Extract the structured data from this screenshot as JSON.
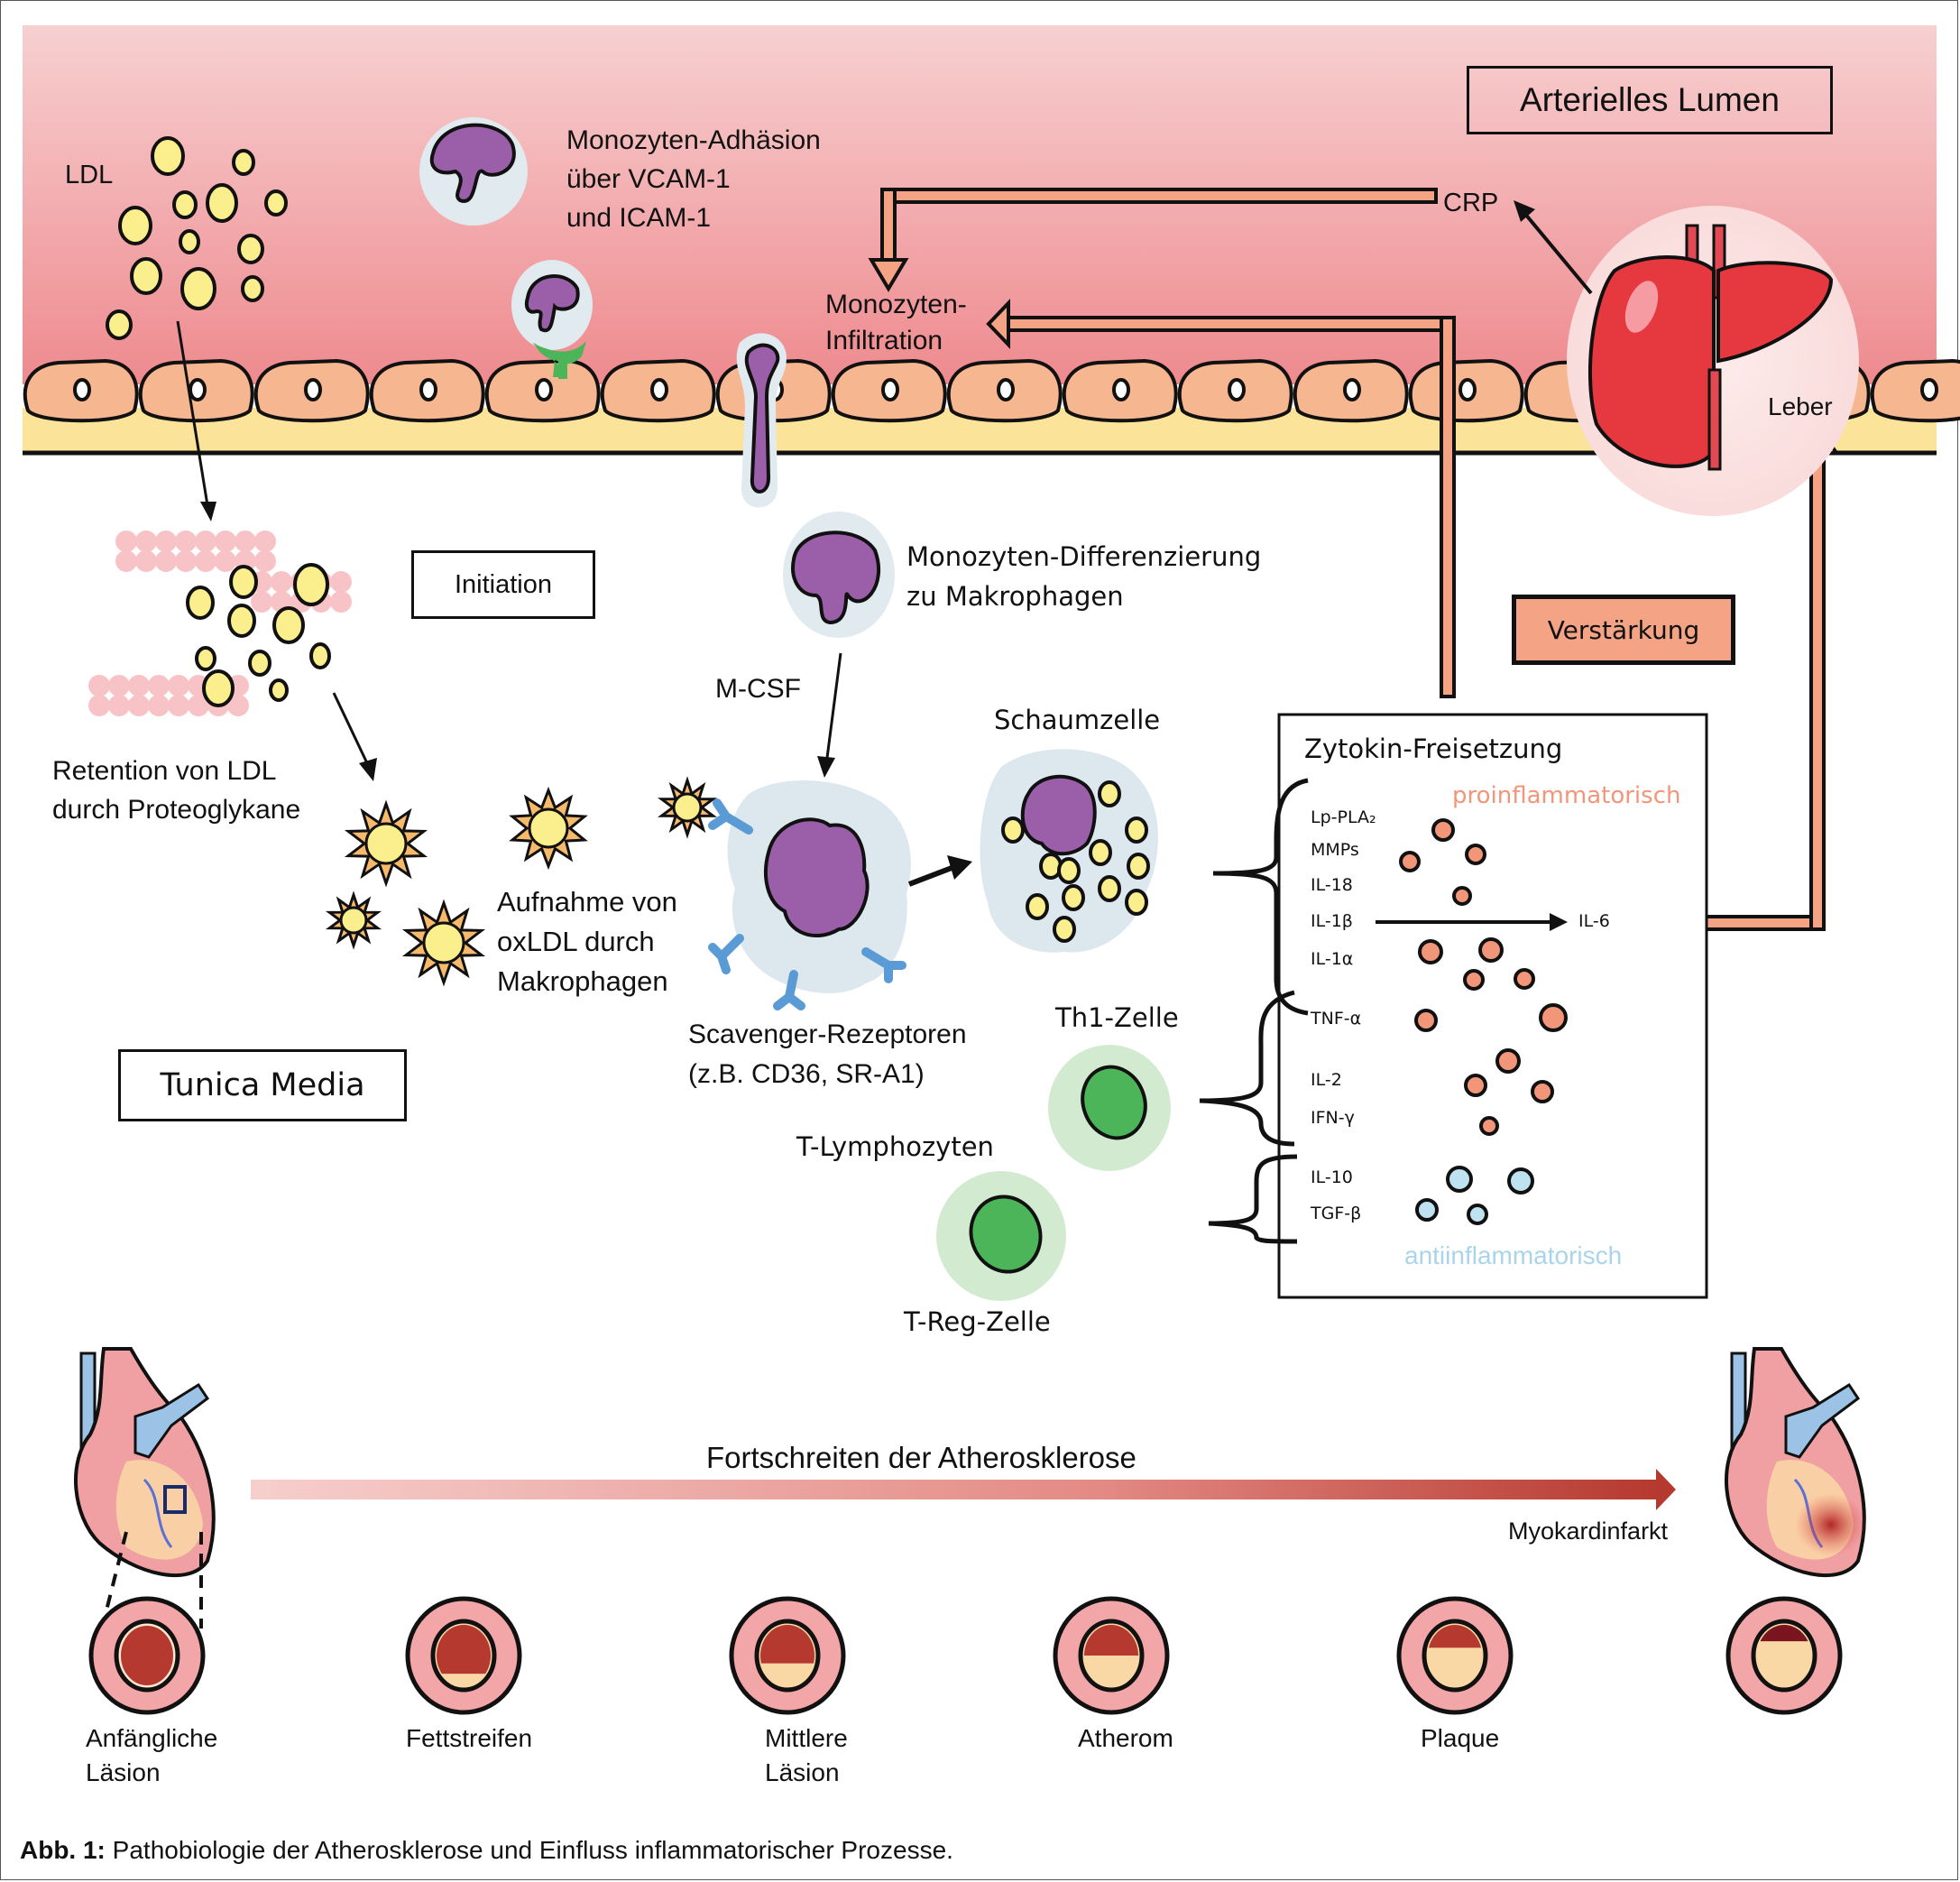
{
  "lumen": {
    "title": "Arterielles Lumen",
    "ldl_label": "LDL",
    "adhesion_label": [
      "Monozyten-Adhäsion",
      "über VCAM-1",
      "und ICAM-1"
    ],
    "infiltration_label": [
      "Monozyten-",
      "Infiltration"
    ],
    "crp_label": "CRP",
    "liver_label": "Leber"
  },
  "intima": {
    "initiation_box": "Initiation",
    "retention_label": [
      "Retention von LDL",
      "durch Proteoglykane"
    ],
    "differentiation_label": [
      "Monozyten-Differenzierung",
      "zu Makrophagen"
    ],
    "mcsf_label": "M-CSF",
    "uptake_label": [
      "Aufnahme von",
      "oxLDL durch",
      "Makrophagen"
    ],
    "scavenger_label": [
      "Scavenger-Rezeptoren",
      "(z.B. CD36, SR-A1)"
    ],
    "foam_cell_label": "Schaumzelle",
    "th1_label": "Th1-Zelle",
    "t_lymph_label": "T-Lymphozyten",
    "treg_label": "T-Reg-Zelle",
    "media_box": "Tunica Media",
    "amplification_box": "Verstärkung"
  },
  "cytokines": {
    "title": "Zytokin-Freisetzung",
    "pro_label": "proinflammatorisch",
    "anti_label": "antiinflammatorisch",
    "pro_color": "#f2967a",
    "anti_color": "#a9d4ea",
    "items": [
      "Lp-PLA₂",
      "MMPs",
      "IL-18",
      "IL-1β",
      "IL-1α",
      "TNF-α",
      "IL-2",
      "IFN-γ",
      "IL-10",
      "TGF-β"
    ],
    "il6_label": "IL-6"
  },
  "progression": {
    "title": "Fortschreiten der Atherosklerose",
    "end_label": "Myokardinfarkt",
    "stages": [
      {
        "label": [
          "Anfängliche",
          "Läsion"
        ]
      },
      {
        "label": [
          "Fettstreifen"
        ]
      },
      {
        "label": [
          "Mittlere",
          "Läsion"
        ]
      },
      {
        "label": [
          "Atherom"
        ]
      },
      {
        "label": [
          "Plaque"
        ]
      },
      {
        "label": []
      }
    ]
  },
  "caption": {
    "prefix": "Abb. 1:",
    "text": " Pathobiologie der Atherosklerose und Einfluss inflammatorischer Prozesse."
  },
  "colors": {
    "lumen_top": "#f7cfd0",
    "lumen_bottom": "#ee8a8e",
    "endothelium": "#f6b68f",
    "basement": "#fbe39a",
    "arrow_fill": "#f4a484",
    "monocyte": "#9b5ea8",
    "ldl": "#fbee8c",
    "tcell": "#4cb55a"
  }
}
